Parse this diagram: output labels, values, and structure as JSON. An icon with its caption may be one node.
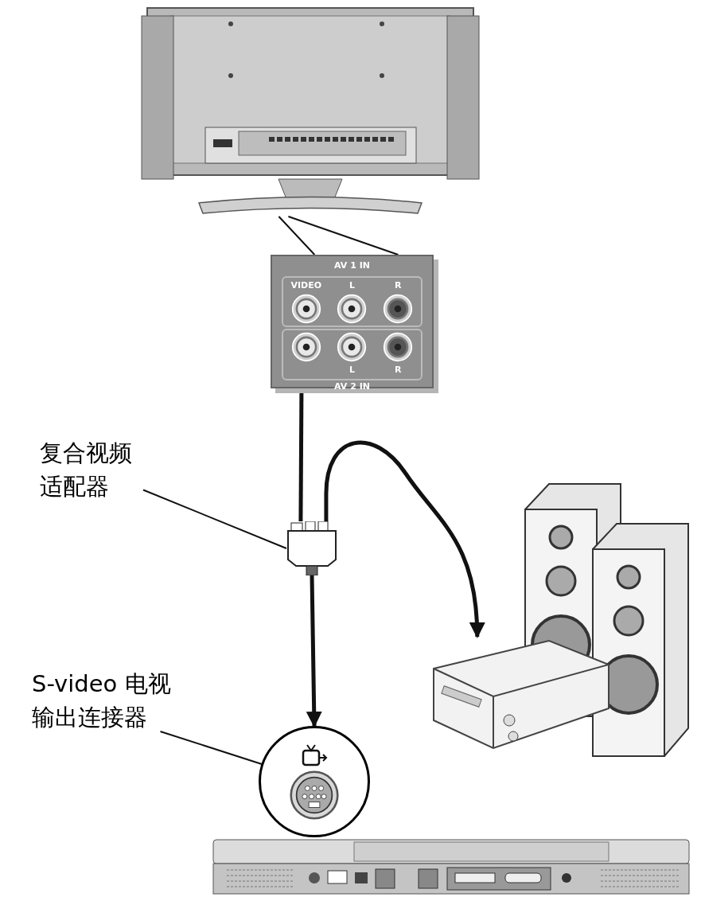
{
  "diagram": {
    "nodes": [
      {
        "text": [],
        "shape": "picture"
      },
      {
        "text": [
          "AV 1 IN",
          "VIDEO",
          "L",
          "R",
          "L",
          "R",
          "AV 2 IN"
        ]
      },
      {
        "text": [],
        "shape": "box"
      },
      {
        "text": [
          "复合视频适配器"
        ]
      },
      {
        "text": [],
        "shape": "picture"
      },
      {
        "text": [],
        "shape": "circle"
      },
      {
        "text": [
          "S-video 电视输出连接器"
        ]
      },
      {
        "text": [],
        "shape": "picture"
      }
    ],
    "edges": [
      {
        "from": 0,
        "to": 1,
        "arrow": "none"
      },
      {
        "from": 1,
        "to": 2,
        "arrow": "none",
        "style": "thick"
      },
      {
        "from": 2,
        "to": 4,
        "arrow": "to",
        "style": "thick"
      },
      {
        "from": 2,
        "to": 5,
        "arrow": "to",
        "style": "thick"
      },
      {
        "from": 3,
        "to": 2,
        "arrow": "none"
      },
      {
        "from": 6,
        "to": 5,
        "arrow": "none"
      }
    ]
  }
}
